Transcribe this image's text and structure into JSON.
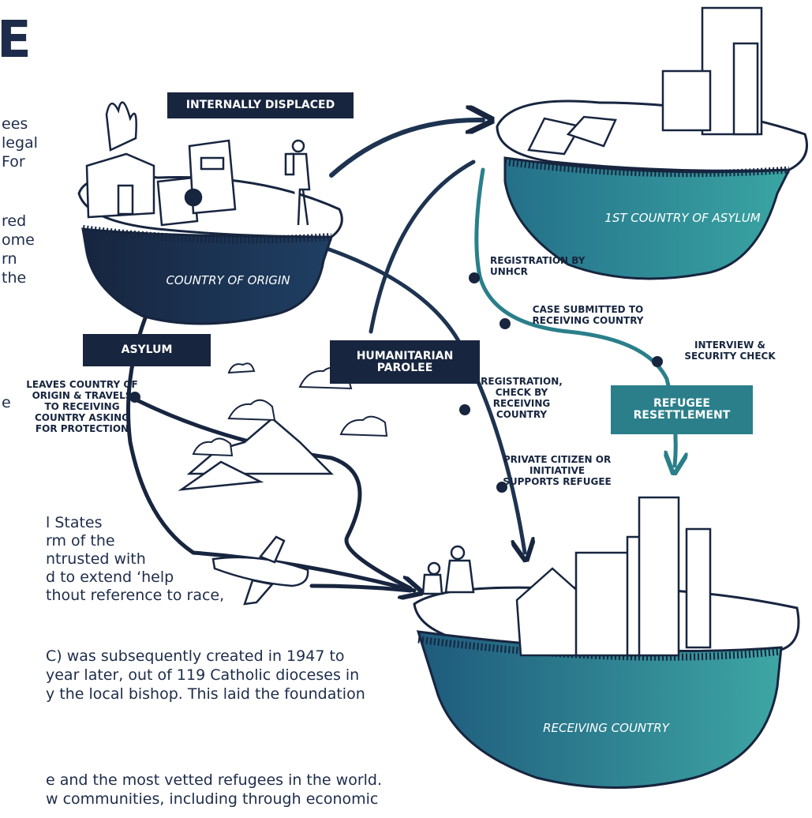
{
  "page": {
    "heading_fragment": "E",
    "text_top": [
      "ees",
      "legal",
      "For",
      "",
      "red",
      "ome",
      "rn",
      "the"
    ],
    "text_mid": [
      "e"
    ],
    "text_bottom": [
      "l States",
      "rm of the",
      "ntrusted with",
      "d to extend ‘help",
      "thout reference to race,",
      "C) was subsequently created in 1947 to",
      " year later, out of 119 Catholic dioceses in",
      "y the local bishop. This laid the foundation",
      "",
      "e and the most vetted refugees in the world.",
      "w communities, including through economic"
    ]
  },
  "diagram": {
    "islands": {
      "origin": "COUNTRY OF ORIGIN",
      "asylum1": "1ST COUNTRY OF ASYLUM",
      "receiving": "RECEIVING COUNTRY"
    },
    "boxes": {
      "internally_displaced": "INTERNALLY DISPLACED",
      "asylum": "ASYLUM",
      "humanitarian_parolee": "HUMANITARIAN PAROLEE",
      "refugee_resettlement": "REFUGEE RESETTLEMENT"
    },
    "labels": {
      "leaves": "LEAVES COUNTRY OF ORIGIN & TRAVELS TO RECEIVING COUNTRY ASKING FOR PROTECTION",
      "registration_unhcr": "REGISTRATION BY UNHCR",
      "case_submitted": "CASE SUBMITTED TO RECEIVING COUNTRY",
      "interview": "INTERVIEW & SECURITY CHECK",
      "registration_check": "REGISTRATION, CHECK BY RECEIVING COUNTRY",
      "private_citizen": "PRIVATE CITIZEN OR INITIATIVE SUPPORTS REFUGEE"
    },
    "colors": {
      "navy": "#17253f",
      "teal": "#3a9ea0"
    }
  }
}
